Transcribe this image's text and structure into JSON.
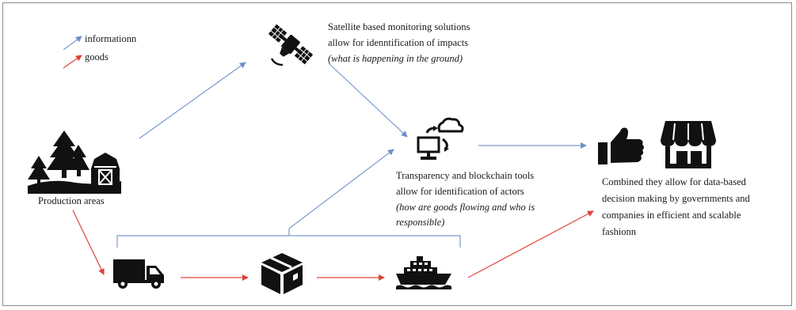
{
  "legend": {
    "information_label": "informationn",
    "goods_label": "goods",
    "information_color": "#7b9bd1",
    "goods_color": "#e0433b"
  },
  "satellite": {
    "line1": "Satellite based monitoring solutions",
    "line2": "allow for idenntification of impacts",
    "note": "(what is happening in the ground)",
    "icon": "satellite-icon"
  },
  "production": {
    "label": "Production areas",
    "icon": "farm-forest-barn-icon"
  },
  "blockchain": {
    "line1": "Transparency and blockchain tools",
    "line2": "allow for identification of actors",
    "note1": "(how are goods flowing and who is",
    "note2": "responsible)",
    "icon": "cloud-computer-sync-icon"
  },
  "outcome": {
    "line1": "Combined they allow for data-based",
    "line2": "decision making by governments and",
    "line3": "companies in efficient and scalable",
    "line4": "fashionn",
    "icons": [
      "thumbs-up-icon",
      "store-icon"
    ]
  },
  "transport_icons": [
    "truck-icon",
    "package-box-icon",
    "ship-icon"
  ]
}
